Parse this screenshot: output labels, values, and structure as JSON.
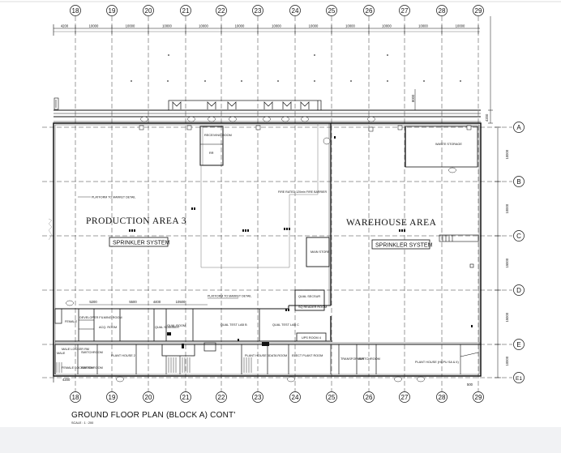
{
  "drawing": {
    "title": "GROUND FLOOR PLAN (BLOCK A) CONT'",
    "scale_text": "SCALE : 1 : 200"
  },
  "grid": {
    "column_labels": [
      "18",
      "19",
      "20",
      "21",
      "22",
      "23",
      "24",
      "25",
      "26",
      "27",
      "28",
      "29"
    ],
    "row_labels": [
      "A",
      "B",
      "C",
      "D",
      "E",
      "E1"
    ],
    "span_dims": [
      "10000",
      "10000",
      "10000",
      "10000",
      "10000",
      "10000",
      "10000",
      "10000",
      "10000",
      "10000",
      "10000"
    ],
    "row_dims": [
      "10000",
      "10000",
      "15000",
      "15000",
      "10000"
    ],
    "edge_dim": "4200",
    "right_edge_dim": "4200",
    "canopy_dim": "8000",
    "bottom_left_dim": "4200",
    "bottom_right_dim": "500"
  },
  "areas": {
    "production": "PRODUCTION AREA 3",
    "warehouse": "WAREHOUSE AREA",
    "sprinkler_left": "SPRINKLER SYSTEM",
    "sprinkler_right": "SPRINKLER SYSTEM"
  },
  "rooms": {
    "receiving": "RECEIVING ROOM",
    "rr": "RR",
    "waste_storage": "WASTE STORAGE",
    "main_store": "MAIN STORE",
    "qual_secsur": "QUAL SECSUR",
    "sq_reader": "SQ READER ROOM",
    "developer": "DEVELOPER FILMING ROOM",
    "acq_room": "ACQ. ROOM",
    "qual_scanner": "QUAL SCANNER",
    "qual_room": "QUAL ROOM",
    "qual_test_b": "QUAL TEST LAB B",
    "qual_test_c": "QUAL TEST LAB C",
    "ups_room": "UPS ROOM 4",
    "female": "FEMALE",
    "male": "MALE",
    "male_locker": "MALE LOCKER RM",
    "female_locker": "FEMALE LOCKER RM",
    "switchroom_a": "SWITCHROOM",
    "switchroom_b": "SWITCHROOM",
    "plant_house_2": "PLANT HOUSE 2",
    "plant_house_3": "PLANT HOUSE 3",
    "elect_plant": "ELECT PLANT ROOM",
    "data_room": "DATA ROOM",
    "transformer": "TRANSFORMER",
    "switchroom_c": "SWITCHROOM",
    "plant_house_8": "PLANT HOUSE (HCPU SA & II)"
  },
  "notes": {
    "platform_1": "PLATFORM TO MARKET DETAIL",
    "platform_2": "PLATFORM TO MARKET DETAIL",
    "fire_rated": "FIRE RATED 120min FIRE BARRIER"
  },
  "corridor_dims": [
    "5200",
    "5500",
    "4400",
    "10500"
  ]
}
